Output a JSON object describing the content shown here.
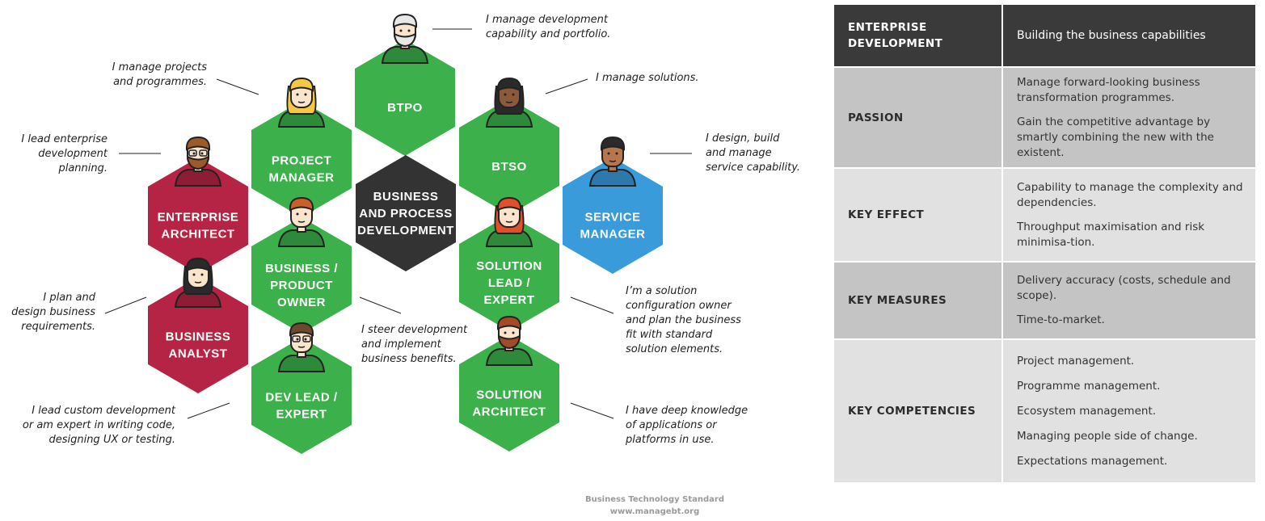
{
  "roles": [
    {
      "id": "btpo",
      "lines": [
        "BTPO"
      ],
      "color": "#3cb04b",
      "callout": [
        "I manage development",
        "capability and portfolio."
      ]
    },
    {
      "id": "project-manager",
      "lines": [
        "PROJECT",
        "MANAGER"
      ],
      "color": "#3cb04b",
      "callout": [
        "I manage projects",
        "and programmes."
      ]
    },
    {
      "id": "btso",
      "lines": [
        "BTSO"
      ],
      "color": "#3cb04b",
      "callout": [
        "I manage solutions."
      ]
    },
    {
      "id": "enterprise-architect",
      "lines": [
        "ENTERPRISE",
        "ARCHITECT"
      ],
      "color": "#b52444",
      "callout": [
        "I lead enterprise",
        "development",
        "planning."
      ]
    },
    {
      "id": "business-process-development",
      "lines": [
        "BUSINESS",
        "AND PROCESS",
        "DEVELOPMENT"
      ],
      "color": "#333333",
      "callout": []
    },
    {
      "id": "service-manager",
      "lines": [
        "SERVICE",
        "MANAGER"
      ],
      "color": "#3a9bdb",
      "callout": [
        "I design, build",
        "and manage",
        "service capability."
      ]
    },
    {
      "id": "business-product-owner",
      "lines": [
        "BUSINESS /",
        "PRODUCT",
        "OWNER"
      ],
      "color": "#3cb04b",
      "callout": [
        "I steer development",
        "and implement",
        "business benefits."
      ]
    },
    {
      "id": "solution-lead-expert",
      "lines": [
        "SOLUTION",
        "LEAD /",
        "EXPERT"
      ],
      "color": "#3cb04b",
      "callout": [
        "I’m a solution",
        "configuration owner",
        "and plan the business",
        "fit with standard",
        "solution elements."
      ]
    },
    {
      "id": "business-analyst",
      "lines": [
        "BUSINESS",
        "ANALYST"
      ],
      "color": "#b52444",
      "callout": [
        "I plan and",
        "design business",
        "requirements."
      ]
    },
    {
      "id": "dev-lead-expert",
      "lines": [
        "DEV LEAD /",
        "EXPERT"
      ],
      "color": "#3cb04b",
      "callout": [
        "I lead custom development",
        "or am expert in writing code,",
        "designing UX or testing."
      ]
    },
    {
      "id": "solution-architect",
      "lines": [
        "SOLUTION",
        "ARCHITECT"
      ],
      "color": "#3cb04b",
      "callout": [
        "I have deep knowledge",
        "of applications or",
        "platforms in use."
      ]
    }
  ],
  "footer": {
    "line1": "Business Technology Standard",
    "line2": "www.managebt.org"
  },
  "table": {
    "header": {
      "col1": [
        "ENTERPRISE",
        "DEVELOPMENT"
      ],
      "col2": "Building the business capabilities"
    },
    "rows": [
      {
        "label": "PASSION",
        "items": [
          "Manage forward-looking business transformation programmes.",
          "Gain the competitive advantage by smartly combining the new with the existent."
        ]
      },
      {
        "label": "KEY EFFECT",
        "items": [
          "Capability to manage the complexity and dependencies.",
          "Throughput maximisation and risk minimisa-tion."
        ]
      },
      {
        "label": "KEY MEASURES",
        "items": [
          "Delivery accuracy (costs, schedule and scope).",
          "Time-to-market."
        ]
      },
      {
        "label": "KEY COMPETENCIES",
        "items": [
          "Project management.",
          "Programme management.",
          "Ecosystem management.",
          "Managing people side of change.",
          "Expectations management."
        ]
      }
    ]
  },
  "colors": {
    "green": "#3cb04b",
    "red": "#b52444",
    "blue": "#3a9bdb",
    "dark": "#333333",
    "table_header": "#3a3a3a",
    "table_dark": "#c4c4c4",
    "table_light": "#e1e1e1"
  }
}
